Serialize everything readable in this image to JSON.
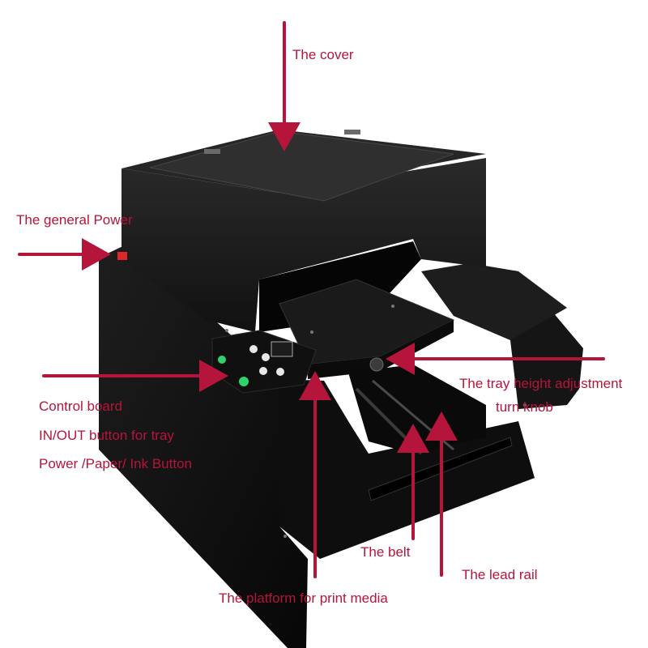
{
  "labels": {
    "cover": "The cover",
    "general_power": "The general Power",
    "control_board": "Control board",
    "in_out_button": "IN/OUT button for tray",
    "power_paper_ink": "Power /Paper/ Ink Button",
    "tray_height_line1": "The tray height adjustment",
    "tray_height_line2": "turn knob",
    "belt": "The belt",
    "lead_rail": "The lead rail",
    "platform": "The platform for print media"
  },
  "colors": {
    "annotation": "#b5153a",
    "printer_body": "#141414",
    "printer_edge": "#2e2e2e",
    "button_green": "#2fd36b",
    "button_white": "#e8e8e8",
    "power_switch": "#e0262b",
    "background": "#ffffff"
  },
  "icons": {
    "printer": "printer-body-illustration",
    "arrow": "arrow-pointer"
  }
}
